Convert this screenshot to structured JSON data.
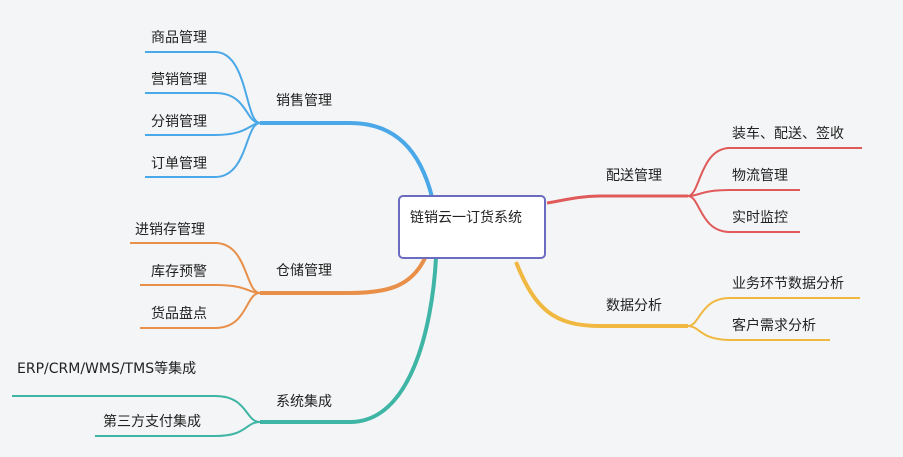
{
  "root": {
    "label": "链销云一订货系统"
  },
  "branches": {
    "sales": {
      "label": "销售管理",
      "color": "#4aa8e8",
      "children": [
        "商品管理",
        "营销管理",
        "分销管理",
        "订单管理"
      ]
    },
    "storage": {
      "label": "仓储管理",
      "color": "#e8904a",
      "children": [
        "进销存管理",
        "库存预警",
        "货品盘点"
      ]
    },
    "integration": {
      "label": "系统集成",
      "color": "#3fb5a5",
      "children": [
        "ERP/CRM/WMS/TMS等集成",
        "第三方支付集成"
      ]
    },
    "delivery": {
      "label": "配送管理",
      "color": "#e05a5a",
      "children": [
        "装车、配送、签收",
        "物流管理",
        "实时监控"
      ]
    },
    "analysis": {
      "label": "数据分析",
      "color": "#f0b840",
      "children": [
        "业务环节数据分析",
        "客户需求分析"
      ]
    }
  }
}
